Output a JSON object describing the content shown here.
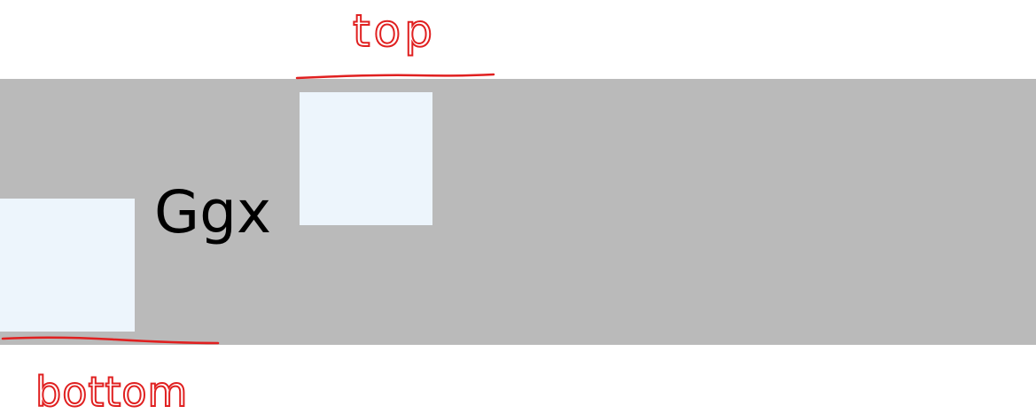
{
  "sample_text": "Ggx",
  "annotations": {
    "top_label": "top",
    "bottom_label": "bottom"
  },
  "colors": {
    "band": "#bababa",
    "box": "#edf5fc",
    "annotation": "#e02020",
    "text": "#000000"
  }
}
